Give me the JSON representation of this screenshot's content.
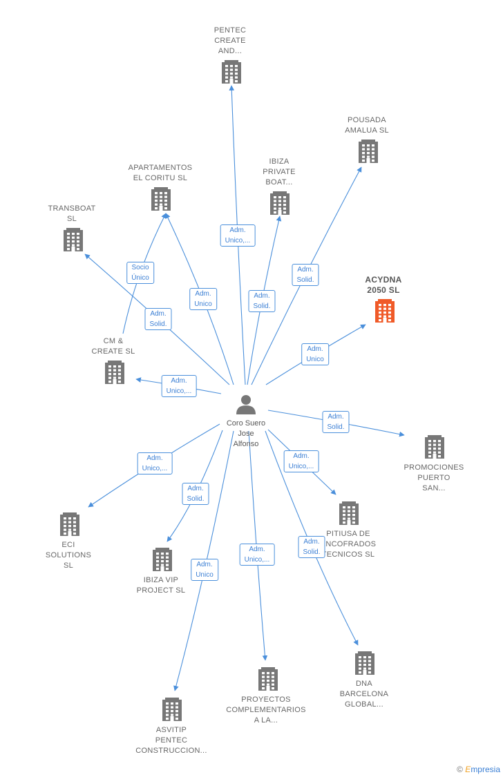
{
  "colors": {
    "node": "#777777",
    "highlight": "#f05a28",
    "edge": "#4a8fdb",
    "label": "#666666"
  },
  "center": {
    "name_lines": [
      "Coro Suero",
      "Jose",
      "Alfonso"
    ],
    "icon": "person-icon"
  },
  "nodes": [
    {
      "id": "pentec",
      "lines": [
        "PENTEC",
        "CREATE",
        "AND..."
      ]
    },
    {
      "id": "pousada",
      "lines": [
        "POUSADA",
        "AMALUA  SL"
      ]
    },
    {
      "id": "apartamentos",
      "lines": [
        "APARTAMENTOS",
        "EL CORITU  SL"
      ]
    },
    {
      "id": "ibizaboat",
      "lines": [
        "IBIZA",
        "PRIVATE",
        "BOAT..."
      ]
    },
    {
      "id": "transboat",
      "lines": [
        "TRANSBOAT",
        "SL"
      ]
    },
    {
      "id": "acydna",
      "lines": [
        "ACYDNA",
        "2050  SL"
      ],
      "highlight": true
    },
    {
      "id": "cm",
      "lines": [
        "CM &",
        "CREATE  SL"
      ]
    },
    {
      "id": "promociones",
      "lines": [
        "PROMOCIONES",
        "PUERTO",
        "SAN..."
      ]
    },
    {
      "id": "pitiusa",
      "lines": [
        "PITIUSA DE",
        "ENCOFRADOS",
        "TECNICOS  SL"
      ]
    },
    {
      "id": "eci",
      "lines": [
        "ECI",
        "SOLUTIONS",
        "SL"
      ]
    },
    {
      "id": "ibizavip",
      "lines": [
        "IBIZA VIP",
        "PROJECT  SL"
      ]
    },
    {
      "id": "dna",
      "lines": [
        "DNA",
        "BARCELONA",
        "GLOBAL..."
      ]
    },
    {
      "id": "proyectos",
      "lines": [
        "PROYECTOS",
        "COMPLEMENTARIOS",
        "A LA..."
      ]
    },
    {
      "id": "asvitip",
      "lines": [
        "ASVITIP",
        "PENTEC",
        "CONSTRUCCION..."
      ]
    }
  ],
  "edges": [
    {
      "from": "center",
      "to": "pentec",
      "label": [
        "Adm.",
        "Unico,..."
      ]
    },
    {
      "from": "center",
      "to": "pousada",
      "label": [
        "Adm.",
        "Solid."
      ]
    },
    {
      "from": "center",
      "to": "apartamentos",
      "label": [
        "Adm.",
        "Unico"
      ]
    },
    {
      "from": "cm",
      "to": "apartamentos",
      "label": [
        "Socio",
        "Único"
      ]
    },
    {
      "from": "center",
      "to": "ibizaboat",
      "label": [
        "Adm.",
        "Solid."
      ]
    },
    {
      "from": "center",
      "to": "transboat",
      "label": [
        "Adm.",
        "Solid."
      ]
    },
    {
      "from": "center",
      "to": "acydna",
      "label": [
        "Adm.",
        "Unico"
      ]
    },
    {
      "from": "center",
      "to": "cm",
      "label": [
        "Adm.",
        "Unico,..."
      ]
    },
    {
      "from": "center",
      "to": "promociones",
      "label": [
        "Adm.",
        "Solid."
      ]
    },
    {
      "from": "center",
      "to": "pitiusa",
      "label": [
        "Adm.",
        "Unico,..."
      ]
    },
    {
      "from": "center",
      "to": "eci",
      "label": [
        "Adm.",
        "Unico,..."
      ]
    },
    {
      "from": "center",
      "to": "ibizavip",
      "label": [
        "Adm.",
        "Solid."
      ]
    },
    {
      "from": "center",
      "to": "dna",
      "label": [
        "Adm.",
        "Solid."
      ]
    },
    {
      "from": "center",
      "to": "proyectos",
      "label": [
        "Adm.",
        "Unico,..."
      ]
    },
    {
      "from": "center",
      "to": "asvitip",
      "label": [
        "Adm.",
        "Unico"
      ]
    }
  ],
  "brand": {
    "copyright": "©",
    "initial": "E",
    "rest": "mpresia"
  }
}
